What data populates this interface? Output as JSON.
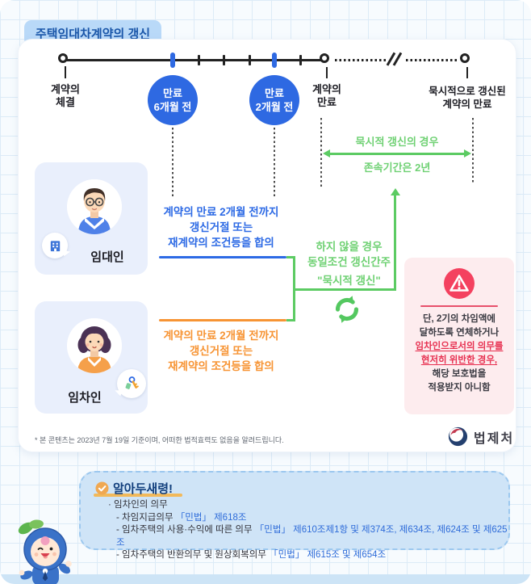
{
  "badge": "주택임대차계약의 갱신",
  "colors": {
    "primary_blue": "#2e69e2",
    "orange": "#f79434",
    "green": "#5ccb63",
    "alert_red": "#ef3e5e",
    "badge_bg": "#b9d9f8",
    "notes_bg": "#cfe4f7"
  },
  "icons": {
    "building": "building-icon",
    "keys": "keys-icon",
    "warning": "warning-triangle-icon",
    "refresh": "refresh-icon",
    "check": "check-icon",
    "logo": "moleg-taegeuk-icon"
  },
  "timeline": {
    "start": {
      "l1": "계약의",
      "l2": "체결"
    },
    "m6": {
      "l1": "만료",
      "l2": "6개월 전"
    },
    "m2": {
      "l1": "만료",
      "l2": "2개월 전"
    },
    "expiry": {
      "l1": "계약의",
      "l2": "만료"
    },
    "implicit": {
      "l1": "묵시적으로 갱신된",
      "l2": "계약의 만료"
    },
    "note": {
      "l1": "묵시적 갱신의 경우",
      "l2": "존속기간은 2년"
    }
  },
  "landlord": {
    "label": "임대인",
    "text": {
      "l1": "계약의 만료 2개월 전까지",
      "l2": "갱신거절 또는",
      "l3": "재계약의 조건등을 합의"
    }
  },
  "tenant": {
    "label": "임차인",
    "text": {
      "l1": "계약의 만료 2개월 전까지",
      "l2": "갱신거절 또는",
      "l3": "재계약의 조건등을 합의"
    }
  },
  "renewal": {
    "l1": "하지 않을 경우",
    "l2": "동일조건 갱신간주",
    "l3": "\"묵시적 갱신\""
  },
  "warning": {
    "l1": "단, 2기의 차임액에",
    "l2": "달하도록 연체하거나",
    "em1": "임차인으로서의 의무를",
    "em2": "현저히 위반한 경우,",
    "l3": "해당 보호법을",
    "l4": "적용받지 아니함"
  },
  "footer": {
    "disclaimer": "* 본 콘텐츠는 2023년 7월 19일 기준이며, 어떠한 법적효력도 없음을 알려드립니다.",
    "agency": "법제처"
  },
  "notes": {
    "title": "알아두새령!",
    "bullet": "·",
    "dash": "-",
    "heading": "임차인의 의무",
    "items": [
      {
        "label": "차임지급의무",
        "ref": "「민법」 제618조"
      },
      {
        "label": "임차주택의 사용·수익에 따른 의무",
        "ref": "「민법」 제610조제1항 및 제374조, 제634조, 제624조 및 제625조"
      },
      {
        "label": "임차주택의 반환의무 및 원상회복의무",
        "ref": "「민법」 제615조 및 제654조"
      }
    ]
  }
}
